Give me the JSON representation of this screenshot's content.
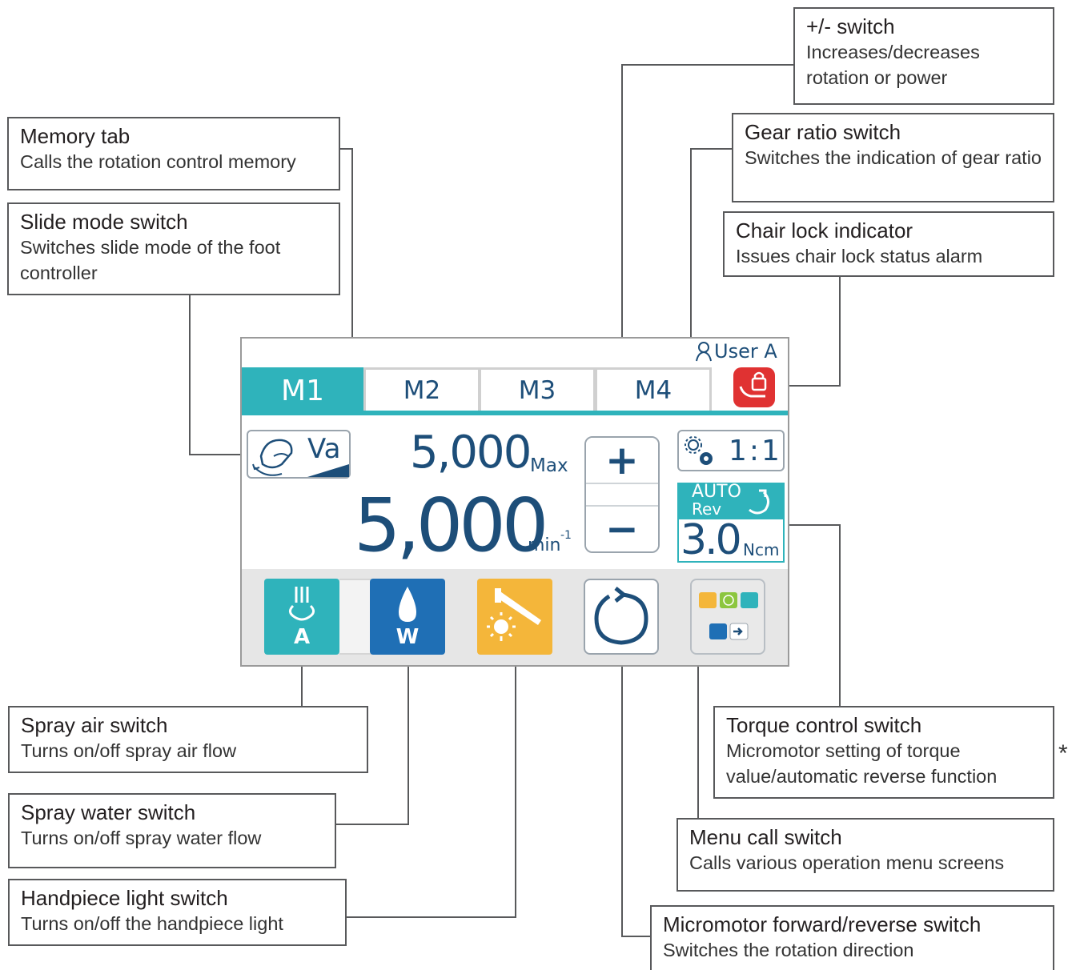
{
  "screen": {
    "user_label": "User A",
    "tabs": [
      "M1",
      "M2",
      "M3",
      "M4"
    ],
    "active_tab": "M1",
    "slide_mode_label": "Va",
    "max_value": "5,000",
    "max_label": "Max",
    "rotation_value": "5,000",
    "rotation_unit": "min",
    "rotation_unit_exponent": "-1",
    "plus_label": "+",
    "minus_label": "−",
    "gear_ratio": "1:1",
    "auto_label": "AUTO",
    "rev_label": "Rev",
    "torque_value": "3.0",
    "torque_unit": "Ncm",
    "spray_air_letter": "A",
    "spray_water_letter": "W"
  },
  "callouts": {
    "plus_minus": {
      "title": "+/- switch",
      "desc": "Increases/decreases rotation or power"
    },
    "gear_ratio": {
      "title": "Gear ratio switch",
      "desc": "Switches the indication of gear ratio"
    },
    "chair_lock": {
      "title": "Chair lock indicator",
      "desc": "Issues chair lock status alarm"
    },
    "memory_tab": {
      "title": "Memory tab",
      "desc": "Calls the rotation control memory"
    },
    "slide_mode": {
      "title": "Slide mode switch",
      "desc": "Switches slide mode of the foot controller"
    },
    "spray_air": {
      "title": "Spray air switch",
      "desc": "Turns on/off spray air flow"
    },
    "spray_water": {
      "title": "Spray water switch",
      "desc": "Turns on/off spray water flow"
    },
    "handpiece_light": {
      "title": "Handpiece light switch",
      "desc": "Turns on/off the handpiece light"
    },
    "torque_control": {
      "title": "Torque control switch",
      "desc": "Micromotor setting of torque value/automatic reverse function"
    },
    "menu_call": {
      "title": "Menu call switch",
      "desc": "Calls various operation menu screens"
    },
    "micromotor_direction": {
      "title": "Micromotor forward/reverse switch",
      "desc": "Switches the rotation direction"
    }
  },
  "footnote_marker": "*",
  "colors": {
    "teal": "#2fb3bb",
    "navy": "#1d4e79",
    "water_blue": "#1f6fb5",
    "light_yellow": "#f4b63a",
    "lock_red": "#e03232"
  }
}
